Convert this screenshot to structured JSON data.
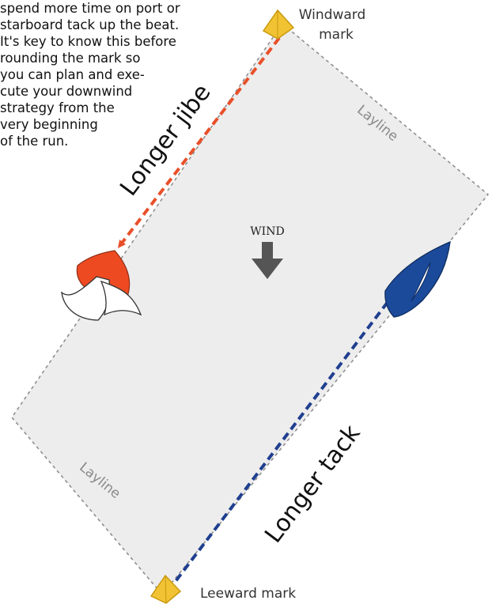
{
  "intro_lines": [
    "spend more time on port or",
    "starboard tack up the beat.",
    "It's key to know this before",
    "rounding the mark so",
    "you can plan and exe-",
    "cute your downwind",
    "strategy from the",
    "very beginning",
    "of the run."
  ],
  "marks": {
    "windward": [
      "Windward",
      "mark"
    ],
    "leeward": "Leeward mark"
  },
  "laylines": {
    "upper": "Layline",
    "lower": "Layline"
  },
  "courses": {
    "longer_jibe": "Longer jibe",
    "longer_tack": "Longer tack"
  },
  "wind_label": "WIND",
  "colors": {
    "course_area": "#ededed",
    "layline": "#8f8f8f",
    "jibe_arrow": "#e8502a",
    "tack_arrow": "#1f3f8f",
    "orange_boat": "#ee4a22",
    "blue_boat": "#1c4a9a",
    "mark": "#f1c232",
    "wind_arrow": "#555555"
  },
  "icons": {
    "windward_mark": "buoy-icon",
    "leeward_mark": "buoy-icon",
    "orange_boat": "spinnaker-boat-icon",
    "blue_boat": "sailboat-icon",
    "wind": "down-arrow-icon"
  }
}
